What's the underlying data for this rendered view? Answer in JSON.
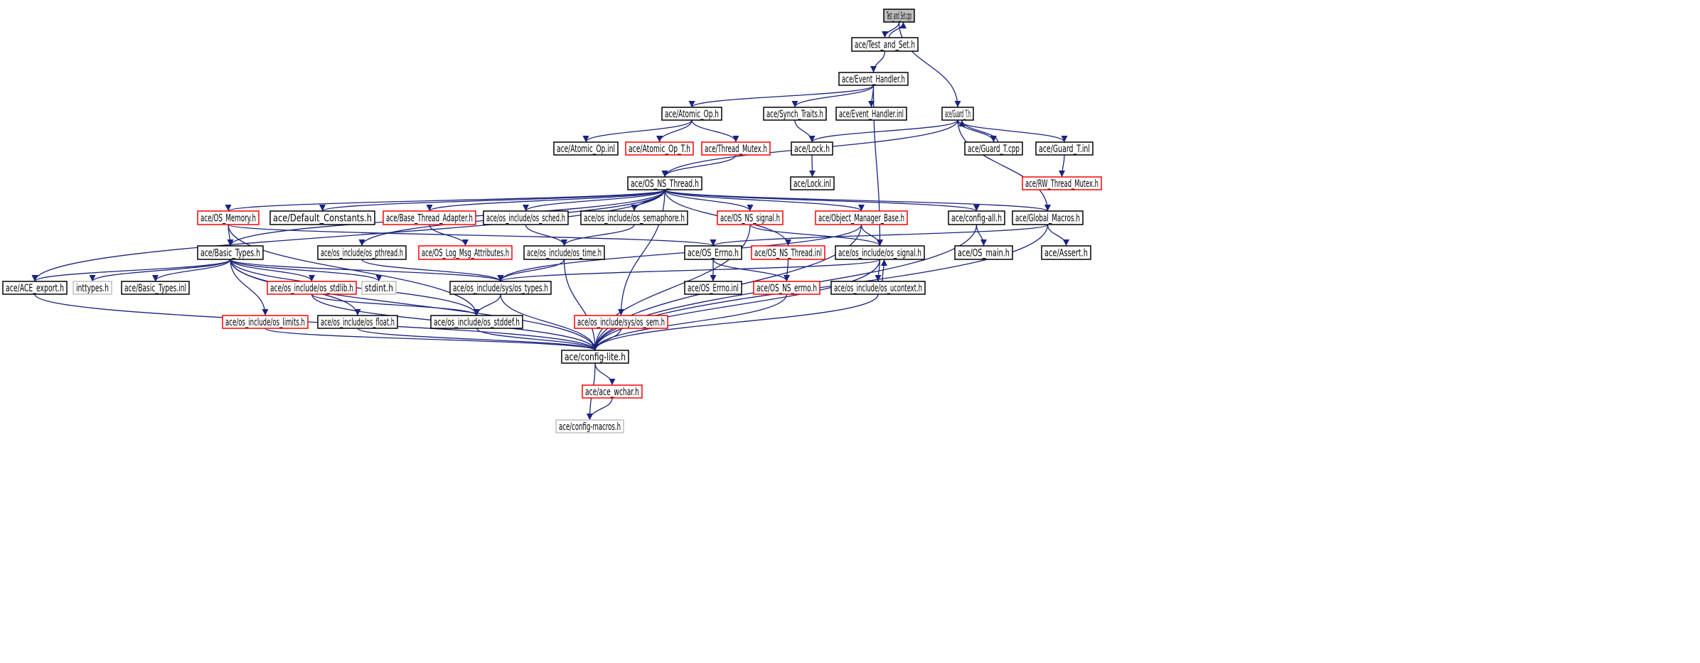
{
  "colors": {
    "edge": "#1a237e",
    "documented_border": "#000000",
    "undocumented_border": "#ff0000",
    "external_border": "#bfbfbf",
    "root_fill": "#bfbfbf"
  },
  "nodes": [
    {
      "id": "tas_cpp",
      "label": "Test_and_Set.cpp",
      "kind": "root"
    },
    {
      "id": "tas_h",
      "label": "ace/Test_and_Set.h",
      "kind": "black"
    },
    {
      "id": "event_handler_h",
      "label": "ace/Event_Handler.h",
      "kind": "black"
    },
    {
      "id": "guard_t_h",
      "label": "ace/Guard_T.h",
      "kind": "black"
    },
    {
      "id": "atomic_op_h",
      "label": "ace/Atomic_Op.h",
      "kind": "black"
    },
    {
      "id": "synch_traits_h",
      "label": "ace/Synch_Traits.h",
      "kind": "black"
    },
    {
      "id": "event_handler_inl",
      "label": "ace/Event_Handler.inl",
      "kind": "black"
    },
    {
      "id": "atomic_op_inl",
      "label": "ace/Atomic_Op.inl",
      "kind": "black"
    },
    {
      "id": "atomic_op_t_h",
      "label": "ace/Atomic_Op_T.h",
      "kind": "red"
    },
    {
      "id": "thread_mutex_h",
      "label": "ace/Thread_Mutex.h",
      "kind": "red"
    },
    {
      "id": "lock_h",
      "label": "ace/Lock.h",
      "kind": "black"
    },
    {
      "id": "guard_t_cpp",
      "label": "ace/Guard_T.cpp",
      "kind": "black"
    },
    {
      "id": "guard_t_inl",
      "label": "ace/Guard_T.inl",
      "kind": "black"
    },
    {
      "id": "os_ns_thread_h",
      "label": "ace/OS_NS_Thread.h",
      "kind": "black"
    },
    {
      "id": "lock_inl",
      "label": "ace/Lock.inl",
      "kind": "black"
    },
    {
      "id": "rw_thread_mutex_h",
      "label": "ace/RW_Thread_Mutex.h",
      "kind": "red"
    },
    {
      "id": "os_memory_h",
      "label": "ace/OS_Memory.h",
      "kind": "red"
    },
    {
      "id": "default_constants_h",
      "label": "ace/Default_Constants.h",
      "kind": "black"
    },
    {
      "id": "base_thread_adapter_h",
      "label": "ace/Base_Thread_Adapter.h",
      "kind": "red"
    },
    {
      "id": "os_sched_h",
      "label": "ace/os_include/os_sched.h",
      "kind": "black"
    },
    {
      "id": "os_semaphore_h",
      "label": "ace/os_include/os_semaphore.h",
      "kind": "black"
    },
    {
      "id": "os_ns_signal_h",
      "label": "ace/OS_NS_signal.h",
      "kind": "red"
    },
    {
      "id": "object_manager_base_h",
      "label": "ace/Object_Manager_Base.h",
      "kind": "red"
    },
    {
      "id": "config_all_h",
      "label": "ace/config-all.h",
      "kind": "black"
    },
    {
      "id": "global_macros_h",
      "label": "ace/Global_Macros.h",
      "kind": "black"
    },
    {
      "id": "basic_types_h",
      "label": "ace/Basic_Types.h",
      "kind": "black"
    },
    {
      "id": "os_pthread_h",
      "label": "ace/os_include/os_pthread.h",
      "kind": "black"
    },
    {
      "id": "os_log_msg_attr_h",
      "label": "ace/OS_Log_Msg_Attributes.h",
      "kind": "red"
    },
    {
      "id": "os_time_h",
      "label": "ace/os_include/os_time.h",
      "kind": "black"
    },
    {
      "id": "os_errno_h",
      "label": "ace/OS_Errno.h",
      "kind": "black"
    },
    {
      "id": "os_ns_thread_inl",
      "label": "ace/OS_NS_Thread.inl",
      "kind": "red"
    },
    {
      "id": "os_signal_h",
      "label": "ace/os_include/os_signal.h",
      "kind": "black"
    },
    {
      "id": "os_main_h",
      "label": "ace/OS_main.h",
      "kind": "black"
    },
    {
      "id": "assert_h",
      "label": "ace/Assert.h",
      "kind": "black"
    },
    {
      "id": "ace_export_h",
      "label": "ace/ACE_export.h",
      "kind": "black"
    },
    {
      "id": "inttypes_h",
      "label": "inttypes.h",
      "kind": "gray"
    },
    {
      "id": "basic_types_inl",
      "label": "ace/Basic_Types.inl",
      "kind": "black"
    },
    {
      "id": "os_stdlib_h",
      "label": "ace/os_include/os_stdlib.h",
      "kind": "red"
    },
    {
      "id": "stdint_h",
      "label": "stdint.h",
      "kind": "gray"
    },
    {
      "id": "os_types_h",
      "label": "ace/os_include/sys/os_types.h",
      "kind": "black"
    },
    {
      "id": "os_errno_inl",
      "label": "ace/OS_Errno.inl",
      "kind": "black"
    },
    {
      "id": "os_ns_errno_h",
      "label": "ace/OS_NS_errno.h",
      "kind": "red"
    },
    {
      "id": "os_ucontext_h",
      "label": "ace/os_include/os_ucontext.h",
      "kind": "black"
    },
    {
      "id": "os_limits_h",
      "label": "ace/os_include/os_limits.h",
      "kind": "red"
    },
    {
      "id": "os_float_h",
      "label": "ace/os_include/os_float.h",
      "kind": "black"
    },
    {
      "id": "os_stddef_h",
      "label": "ace/os_include/os_stddef.h",
      "kind": "black"
    },
    {
      "id": "os_sem_h",
      "label": "ace/os_include/sys/os_sem.h",
      "kind": "red"
    },
    {
      "id": "config_lite_h",
      "label": "ace/config-lite.h",
      "kind": "black"
    },
    {
      "id": "ace_wchar_h",
      "label": "ace/ace_wchar.h",
      "kind": "red"
    },
    {
      "id": "config_macros_h",
      "label": "ace/config-macros.h",
      "kind": "gray"
    }
  ],
  "edges": [
    [
      "tas_cpp",
      "tas_h"
    ],
    [
      "tas_h",
      "tas_cpp"
    ],
    [
      "tas_cpp",
      "guard_t_h"
    ],
    [
      "tas_h",
      "event_handler_h"
    ],
    [
      "event_handler_h",
      "atomic_op_h"
    ],
    [
      "event_handler_h",
      "synch_traits_h"
    ],
    [
      "event_handler_h",
      "event_handler_inl"
    ],
    [
      "event_handler_h",
      "os_signal_h"
    ],
    [
      "atomic_op_h",
      "atomic_op_inl"
    ],
    [
      "atomic_op_h",
      "atomic_op_t_h"
    ],
    [
      "atomic_op_h",
      "thread_mutex_h"
    ],
    [
      "thread_mutex_h",
      "os_ns_thread_h"
    ],
    [
      "synch_traits_h",
      "lock_h"
    ],
    [
      "lock_h",
      "lock_inl"
    ],
    [
      "guard_t_h",
      "lock_h"
    ],
    [
      "guard_t_h",
      "os_ns_thread_h"
    ],
    [
      "guard_t_h",
      "guard_t_cpp"
    ],
    [
      "guard_t_cpp",
      "guard_t_h"
    ],
    [
      "guard_t_h",
      "guard_t_inl"
    ],
    [
      "guard_t_h",
      "global_macros_h"
    ],
    [
      "guard_t_inl",
      "rw_thread_mutex_h"
    ],
    [
      "os_ns_thread_h",
      "ace_export_h"
    ],
    [
      "os_ns_thread_h",
      "basic_types_h"
    ],
    [
      "os_ns_thread_h",
      "os_memory_h"
    ],
    [
      "os_ns_thread_h",
      "default_constants_h"
    ],
    [
      "os_ns_thread_h",
      "base_thread_adapter_h"
    ],
    [
      "os_ns_thread_h",
      "os_pthread_h"
    ],
    [
      "os_ns_thread_h",
      "os_sched_h"
    ],
    [
      "os_ns_thread_h",
      "os_semaphore_h"
    ],
    [
      "os_ns_thread_h",
      "os_sem_h"
    ],
    [
      "os_ns_thread_h",
      "os_ns_signal_h"
    ],
    [
      "os_ns_thread_h",
      "os_ns_thread_inl"
    ],
    [
      "os_ns_thread_h",
      "object_manager_base_h"
    ],
    [
      "os_ns_thread_h",
      "config_all_h"
    ],
    [
      "os_ns_thread_h",
      "global_macros_h"
    ],
    [
      "os_memory_h",
      "basic_types_h"
    ],
    [
      "os_memory_h",
      "os_errno_h"
    ],
    [
      "os_memory_h",
      "os_stddef_h"
    ],
    [
      "base_thread_adapter_h",
      "os_log_msg_attr_h"
    ],
    [
      "os_sched_h",
      "os_time_h"
    ],
    [
      "os_semaphore_h",
      "os_time_h"
    ],
    [
      "os_ns_signal_h",
      "os_signal_h"
    ],
    [
      "os_ns_signal_h",
      "config_lite_h"
    ],
    [
      "object_manager_base_h",
      "os_signal_h"
    ],
    [
      "object_manager_base_h",
      "os_types_h"
    ],
    [
      "object_manager_base_h",
      "config_lite_h"
    ],
    [
      "config_all_h",
      "os_main_h"
    ],
    [
      "config_all_h",
      "config_lite_h"
    ],
    [
      "global_macros_h",
      "os_errno_h"
    ],
    [
      "global_macros_h",
      "assert_h"
    ],
    [
      "global_macros_h",
      "config_lite_h"
    ],
    [
      "basic_types_h",
      "ace_export_h"
    ],
    [
      "basic_types_h",
      "inttypes_h"
    ],
    [
      "basic_types_h",
      "basic_types_inl"
    ],
    [
      "basic_types_h",
      "os_limits_h"
    ],
    [
      "basic_types_h",
      "os_stdlib_h"
    ],
    [
      "basic_types_h",
      "stdint_h"
    ],
    [
      "basic_types_h",
      "os_float_h"
    ],
    [
      "basic_types_h",
      "os_stddef_h"
    ],
    [
      "basic_types_h",
      "os_types_h"
    ],
    [
      "basic_types_h",
      "config_lite_h"
    ],
    [
      "os_pthread_h",
      "os_types_h"
    ],
    [
      "os_time_h",
      "os_types_h"
    ],
    [
      "os_time_h",
      "config_lite_h"
    ],
    [
      "os_errno_h",
      "os_errno_inl"
    ],
    [
      "os_errno_h",
      "os_ns_errno_h"
    ],
    [
      "os_ns_thread_inl",
      "os_ns_errno_h"
    ],
    [
      "os_signal_h",
      "os_types_h"
    ],
    [
      "os_signal_h",
      "os_ucontext_h"
    ],
    [
      "os_ucontext_h",
      "os_signal_h"
    ],
    [
      "os_signal_h",
      "config_lite_h"
    ],
    [
      "ace_export_h",
      "config_lite_h"
    ],
    [
      "os_stdlib_h",
      "os_stddef_h"
    ],
    [
      "os_stdlib_h",
      "config_lite_h"
    ],
    [
      "os_types_h",
      "os_stddef_h"
    ],
    [
      "os_types_h",
      "config_lite_h"
    ],
    [
      "os_ns_errno_h",
      "config_lite_h"
    ],
    [
      "os_ucontext_h",
      "config_lite_h"
    ],
    [
      "os_limits_h",
      "config_lite_h"
    ],
    [
      "os_float_h",
      "config_lite_h"
    ],
    [
      "os_stddef_h",
      "config_lite_h"
    ],
    [
      "os_sem_h",
      "config_lite_h"
    ],
    [
      "config_lite_h",
      "ace_wchar_h"
    ],
    [
      "config_lite_h",
      "config_macros_h"
    ],
    [
      "ace_wchar_h",
      "config_macros_h"
    ]
  ]
}
